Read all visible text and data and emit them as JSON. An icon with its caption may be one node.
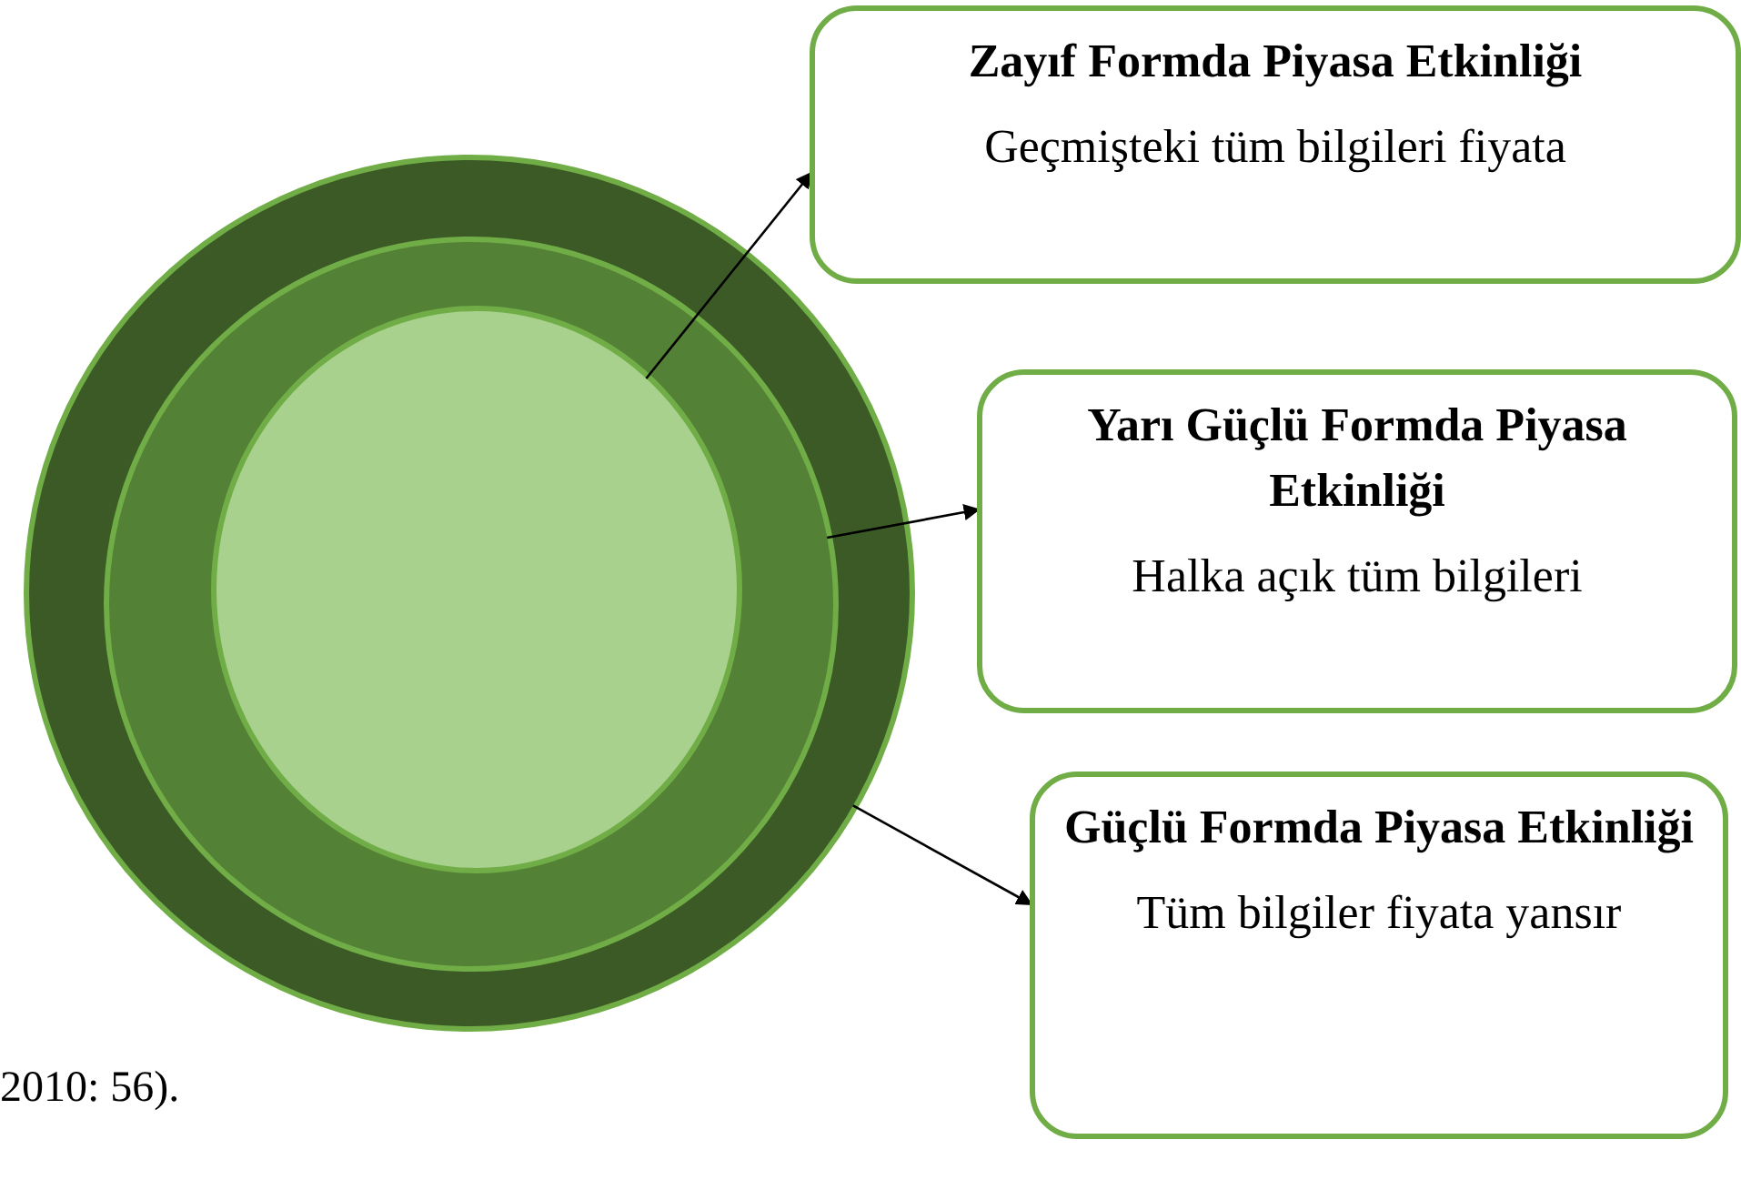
{
  "diagram": {
    "nodes": [
      {
        "text": [],
        "shape": "circle"
      },
      {
        "text": [],
        "shape": "circle",
        "in": 0
      },
      {
        "text": [],
        "shape": "circle",
        "in": 1
      },
      {
        "text": [
          "Zayıf Formda Piyasa Etkinliği",
          "Geçmişteki tüm bilgileri fiyata"
        ]
      },
      {
        "text": [
          "Yarı Güçlü Formda Piyasa Etkinliği",
          "Halka açık tüm bilgileri"
        ]
      },
      {
        "text": [
          "Güçlü Formda Piyasa Etkinliği",
          "Tüm bilgiler fiyata yansır"
        ]
      }
    ],
    "edges": [
      {
        "from": 2,
        "to": 3,
        "arrow": "to"
      },
      {
        "from": 1,
        "to": 4,
        "arrow": "to"
      },
      {
        "from": 0,
        "to": 5,
        "arrow": "to"
      }
    ],
    "labels": [
      "2010: 56)."
    ]
  }
}
